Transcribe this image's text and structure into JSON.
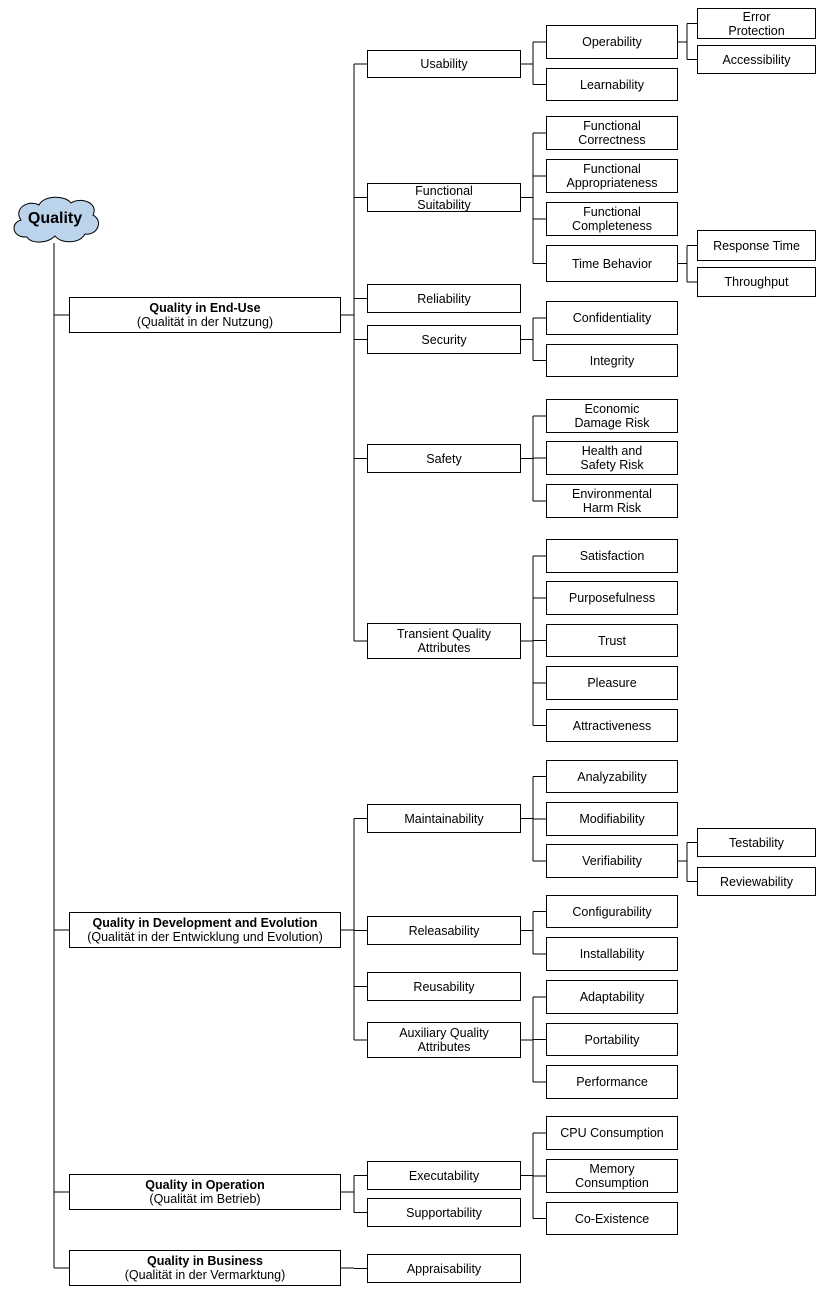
{
  "root": {
    "label": "Quality",
    "fill": "#bcd3ec"
  },
  "line_color": "#000000",
  "categories": [
    {
      "id": "c1",
      "title": "Quality in End-Use",
      "subtitle": "(Qualität in der Nutzung)"
    },
    {
      "id": "c2",
      "title": "Quality in Development and Evolution",
      "subtitle": "(Qualität in der Entwicklung und Evolution)"
    },
    {
      "id": "c3",
      "title": "Quality in Operation",
      "subtitle": "(Qualität im Betrieb)"
    },
    {
      "id": "c4",
      "title": "Quality in Business",
      "subtitle": "(Qualität in der Vermarktung)"
    }
  ],
  "nodes": [
    {
      "id": "usability",
      "label": "Usability",
      "parent": "c1"
    },
    {
      "id": "operability",
      "label": "Operability",
      "parent": "usability"
    },
    {
      "id": "error-protection",
      "label": "Error Protection",
      "parent": "operability"
    },
    {
      "id": "accessibility",
      "label": "Accessibility",
      "parent": "operability"
    },
    {
      "id": "learnability",
      "label": "Learnability",
      "parent": "usability"
    },
    {
      "id": "functional-suitability",
      "label": "Functional Suitability",
      "parent": "c1"
    },
    {
      "id": "functional-correctness",
      "label": "Functional Correctness",
      "parent": "functional-suitability"
    },
    {
      "id": "functional-appropriateness",
      "label": "Functional Appropriateness",
      "parent": "functional-suitability"
    },
    {
      "id": "functional-completeness",
      "label": "Functional Completeness",
      "parent": "functional-suitability"
    },
    {
      "id": "time-behavior",
      "label": "Time Behavior",
      "parent": "functional-suitability"
    },
    {
      "id": "response-time",
      "label": "Response Time",
      "parent": "time-behavior"
    },
    {
      "id": "throughput",
      "label": "Throughput",
      "parent": "time-behavior"
    },
    {
      "id": "reliability",
      "label": "Reliability",
      "parent": "c1"
    },
    {
      "id": "security",
      "label": "Security",
      "parent": "c1"
    },
    {
      "id": "confidentiality",
      "label": "Confidentiality",
      "parent": "security"
    },
    {
      "id": "integrity",
      "label": "Integrity",
      "parent": "security"
    },
    {
      "id": "safety",
      "label": "Safety",
      "parent": "c1"
    },
    {
      "id": "economic-damage-risk",
      "label": "Economic Damage Risk",
      "parent": "safety"
    },
    {
      "id": "health-and-safety-risk",
      "label": "Health and Safety Risk",
      "parent": "safety"
    },
    {
      "id": "environmental-harm-risk",
      "label": "Environmental Harm Risk",
      "parent": "safety"
    },
    {
      "id": "transient-quality-attributes",
      "label": "Transient Quality Attributes",
      "parent": "c1"
    },
    {
      "id": "satisfaction",
      "label": "Satisfaction",
      "parent": "transient-quality-attributes"
    },
    {
      "id": "purposefulness",
      "label": "Purposefulness",
      "parent": "transient-quality-attributes"
    },
    {
      "id": "trust",
      "label": "Trust",
      "parent": "transient-quality-attributes"
    },
    {
      "id": "pleasure",
      "label": "Pleasure",
      "parent": "transient-quality-attributes"
    },
    {
      "id": "attractiveness",
      "label": "Attractiveness",
      "parent": "transient-quality-attributes"
    },
    {
      "id": "maintainability",
      "label": "Maintainability",
      "parent": "c2"
    },
    {
      "id": "analyzability",
      "label": "Analyzability",
      "parent": "maintainability"
    },
    {
      "id": "modifiability",
      "label": "Modifiability",
      "parent": "maintainability"
    },
    {
      "id": "verifiability",
      "label": "Verifiability",
      "parent": "maintainability"
    },
    {
      "id": "testability",
      "label": "Testability",
      "parent": "verifiability"
    },
    {
      "id": "reviewability",
      "label": "Reviewability",
      "parent": "verifiability"
    },
    {
      "id": "releasability",
      "label": "Releasability",
      "parent": "c2"
    },
    {
      "id": "configurability",
      "label": "Configurability",
      "parent": "releasability"
    },
    {
      "id": "installability",
      "label": "Installability",
      "parent": "releasability"
    },
    {
      "id": "reusability",
      "label": "Reusability",
      "parent": "c2"
    },
    {
      "id": "auxiliary-quality-attributes",
      "label": "Auxiliary Quality Attributes",
      "parent": "c2"
    },
    {
      "id": "adaptability",
      "label": "Adaptability",
      "parent": "auxiliary-quality-attributes"
    },
    {
      "id": "portability",
      "label": "Portability",
      "parent": "auxiliary-quality-attributes"
    },
    {
      "id": "performance",
      "label": "Performance",
      "parent": "auxiliary-quality-attributes"
    },
    {
      "id": "executability",
      "label": "Executability",
      "parent": "c3"
    },
    {
      "id": "cpu-consumption",
      "label": "CPU Consumption",
      "parent": "executability"
    },
    {
      "id": "memory-consumption",
      "label": "Memory Consumption",
      "parent": "executability"
    },
    {
      "id": "co-existence",
      "label": "Co-Existence",
      "parent": "executability"
    },
    {
      "id": "supportability",
      "label": "Supportability",
      "parent": "c3"
    },
    {
      "id": "appraisability",
      "label": "Appraisability",
      "parent": "c4"
    }
  ]
}
